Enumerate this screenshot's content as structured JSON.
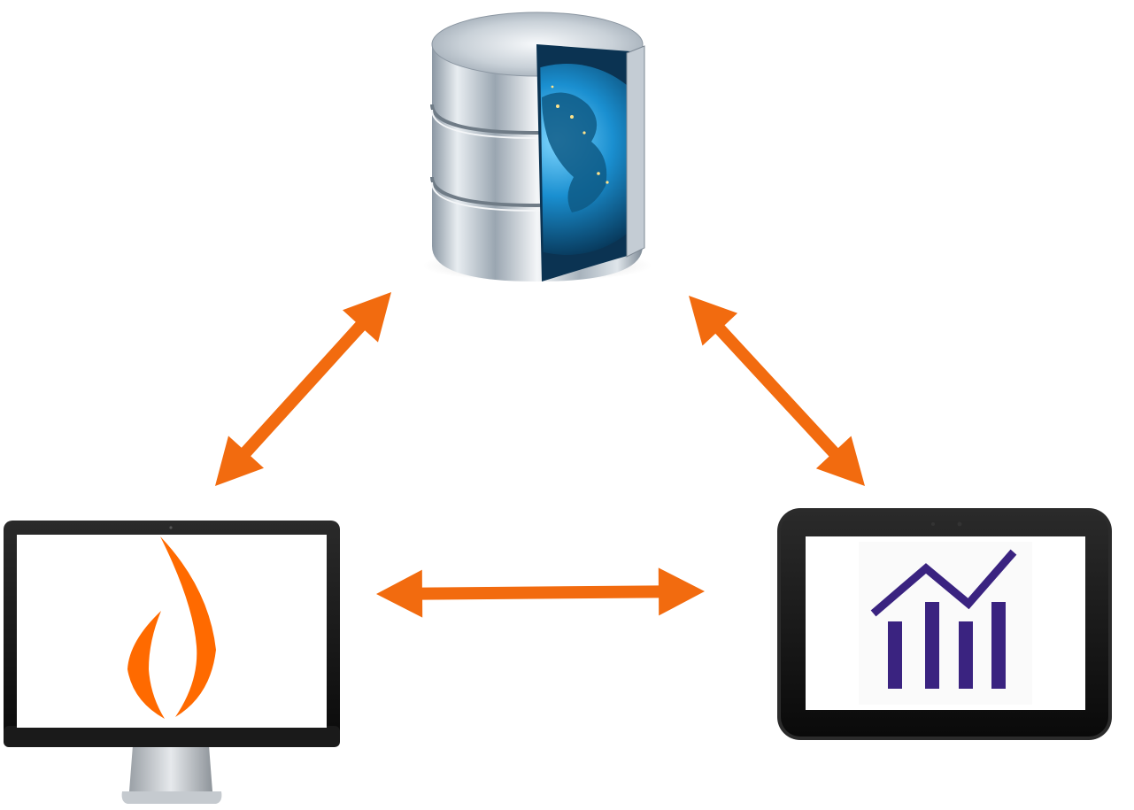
{
  "diagram": {
    "nodes": [
      {
        "id": "database",
        "icon": "database-globe-icon"
      },
      {
        "id": "desktop",
        "icon": "flame-logo-icon"
      },
      {
        "id": "tablet",
        "icon": "bar-chart-trend-icon"
      }
    ],
    "connections": [
      {
        "from": "desktop",
        "to": "database",
        "bidirectional": true
      },
      {
        "from": "database",
        "to": "tablet",
        "bidirectional": true
      },
      {
        "from": "desktop",
        "to": "tablet",
        "bidirectional": true
      }
    ]
  },
  "colors": {
    "arrow": "#f26b0f",
    "flame": "#ff6a00",
    "chart": "#3a2380",
    "device_frame": "#111111",
    "db_metal": "#b8c2cc",
    "globe": "#1a8fd0"
  }
}
